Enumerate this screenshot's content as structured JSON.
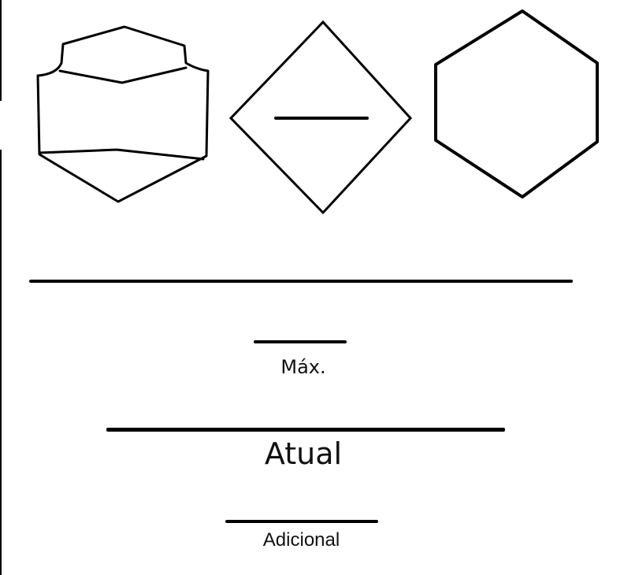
{
  "labels": {
    "max": "Máx.",
    "current": "Atual",
    "additional": "Adicional"
  },
  "colors": {
    "stroke": "#000000",
    "background": "#ffffff"
  }
}
